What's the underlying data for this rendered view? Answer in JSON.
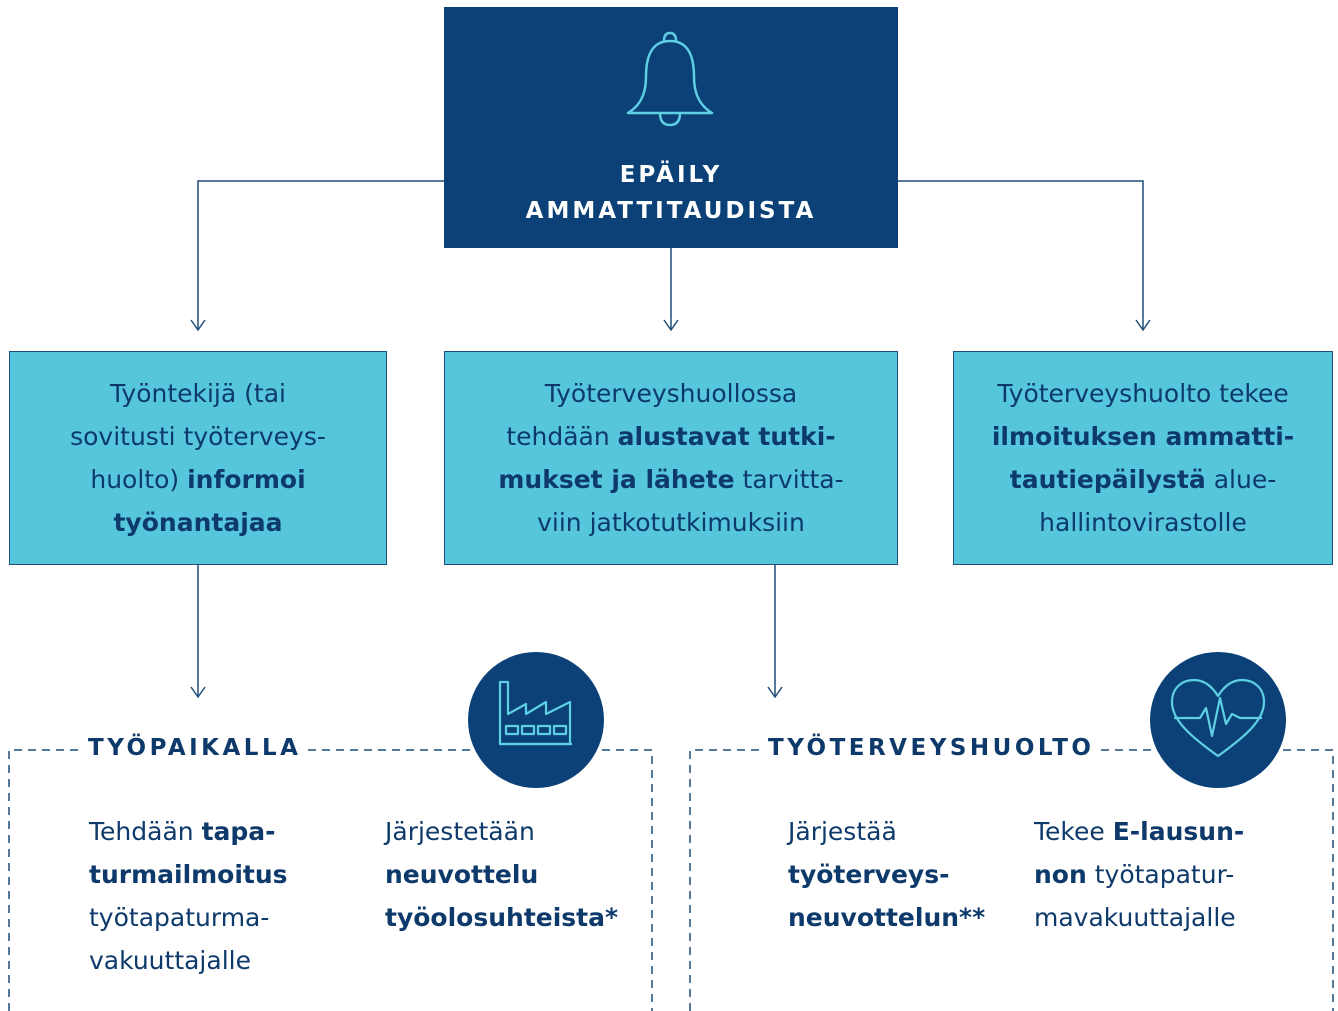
{
  "top": {
    "title_line1": "EPÄILY",
    "title_line2": "AMMATTITAUDISTA",
    "icon": "bell-icon"
  },
  "boxes": {
    "left": {
      "line1": "Työntekijä (tai",
      "line2": "sovitusti työterveys-",
      "line3_normal": "huolto) ",
      "line3_bold": "informoi",
      "line4_bold": "työnantajaa"
    },
    "center": {
      "line1": "Työterveyshuollossa",
      "line2_normal": "tehdään ",
      "line2_bold": "alustavat tutki-",
      "line3_bold": "mukset ja lähete",
      "line3_normal": " tarvitta-",
      "line4": "viin jatkotutkimuksiin"
    },
    "right": {
      "line1": "Työterveyshuolto tekee",
      "line2_bold": "ilmoituksen ammatti-",
      "line3_bold": "tautiepäilystä",
      "line3_normal": " alue-",
      "line4": "hallintovirastolle"
    }
  },
  "workplace": {
    "title": "TYÖPAIKALLA",
    "icon": "factory-icon",
    "col1": {
      "line1_normal": "Tehdään ",
      "line1_bold": "tapa-",
      "line2_bold": "turmailmoitus",
      "line3": "työtapaturma-",
      "line4": "vakuuttajalle"
    },
    "col2": {
      "line1": "Järjestetään",
      "line2_bold": "neuvottelu",
      "line3_bold": "työolosuhteista*"
    }
  },
  "occupational_health": {
    "title": "TYÖTERVEYSHUOLTO",
    "icon": "heart-pulse-icon",
    "col1": {
      "line1": "Järjestää",
      "line2_bold": "työterveys-",
      "line3_bold": "neuvottelun**"
    },
    "col2": {
      "line1_normal": "Tekee ",
      "line1_bold": "E-lausun-",
      "line2_bold": "non",
      "line2_normal": " työtapatur-",
      "line3": "mavakuuttajalle"
    }
  },
  "colors": {
    "dark_blue": "#0b4177",
    "light_blue": "#55c6db",
    "icon_stroke": "#5fcfe3",
    "text": "#0e3a6b"
  }
}
